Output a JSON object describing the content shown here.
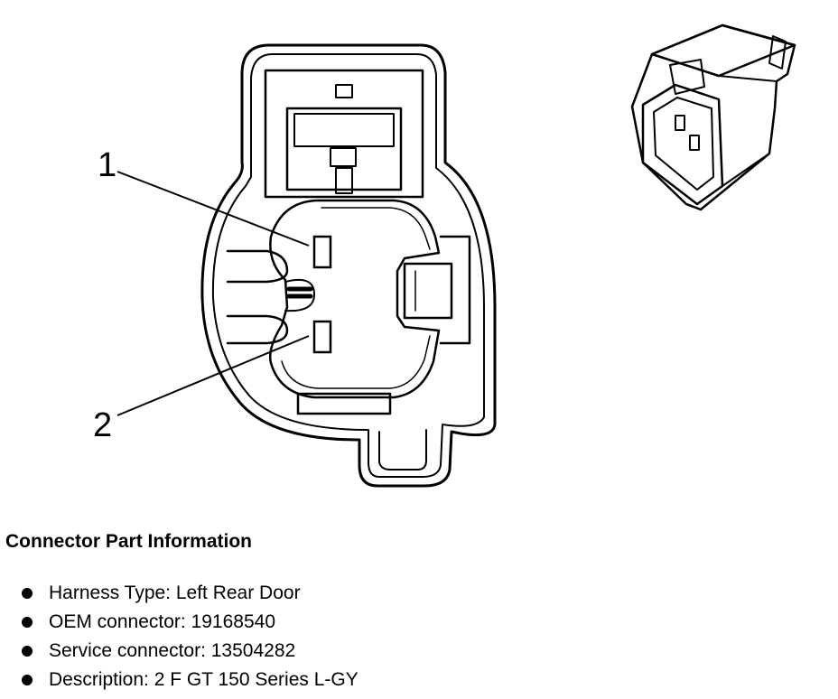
{
  "diagram": {
    "callouts": [
      {
        "label": "1"
      },
      {
        "label": "2"
      }
    ]
  },
  "connector_info": {
    "title": "Connector Part Information",
    "items": [
      {
        "label": "Harness Type",
        "value": "Left Rear Door",
        "text": "Harness Type: Left Rear Door"
      },
      {
        "label": "OEM connector",
        "value": "19168540",
        "text": "OEM connector: 19168540"
      },
      {
        "label": "Service connector",
        "value": "13504282",
        "text": "Service connector: 13504282"
      },
      {
        "label": "Description",
        "value": "2 F GT 150 Series L-GY",
        "text": "Description: 2 F GT 150 Series L-GY"
      }
    ]
  }
}
